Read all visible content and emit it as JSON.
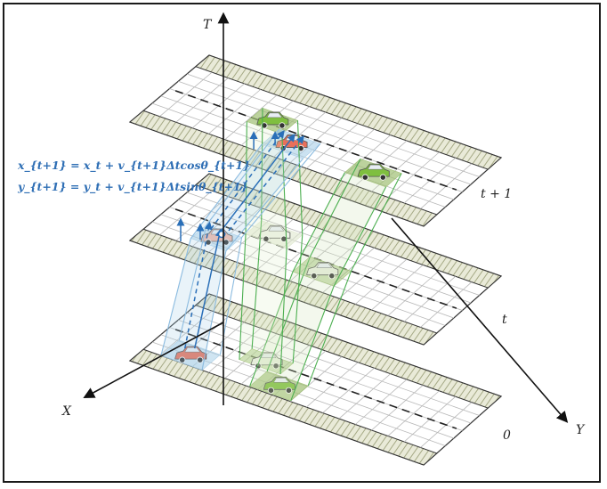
{
  "axes": {
    "t_label": "T",
    "x_label": "X",
    "y_label": "Y"
  },
  "layers": [
    {
      "id": "bottom",
      "label": "0"
    },
    {
      "id": "middle",
      "label": "t"
    },
    {
      "id": "top",
      "label": "t + 1"
    }
  ],
  "equations": {
    "line1": "x_{t+1} = x_t + v_{t+1}Δtcosθ_{t+1}",
    "line2": "y_{t+1} = y_t + v_{t+1}Δtsinθ_{t+1}"
  },
  "colors": {
    "hatch": "#c9cdb0",
    "grid": "#b8b8b8",
    "green_zone": "#9fbf73",
    "blue_zone": "#a9cfe8",
    "green_line": "#4caf50",
    "blue_line": "#2a6fb8",
    "ego_car": "#e8705a",
    "green_car": "#7fbf3f"
  }
}
